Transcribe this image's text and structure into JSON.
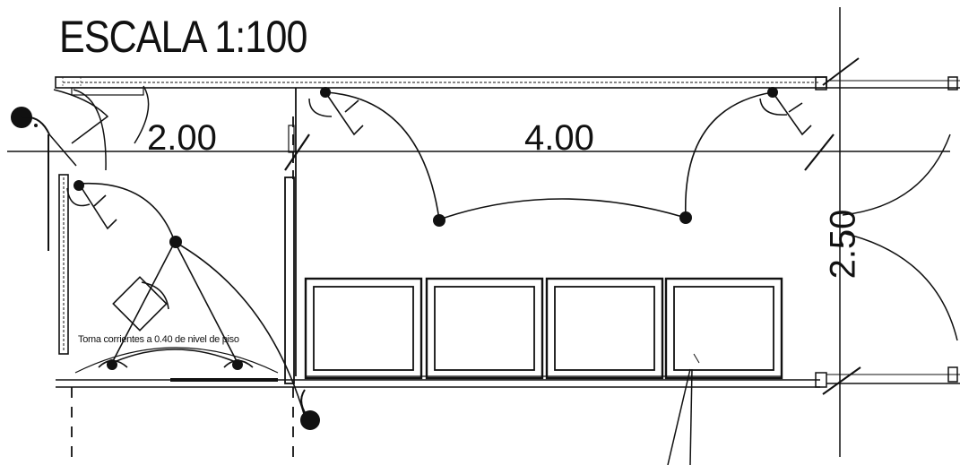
{
  "title": "ESCALA 1:100",
  "dimensions": {
    "width_left": "2.00",
    "width_right": "4.00",
    "depth": "2.50"
  },
  "note": "Toma corrientes a 0.40 de nivel de piso",
  "colors": {
    "ink": "#111111",
    "background": "#ffffff"
  }
}
